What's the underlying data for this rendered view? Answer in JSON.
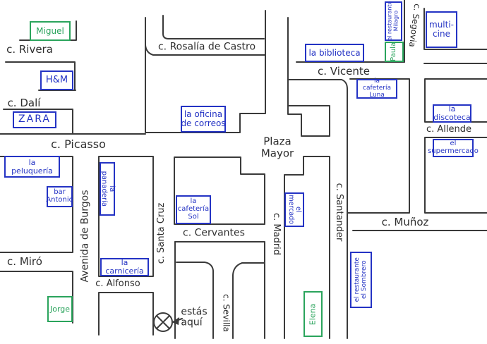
{
  "map": {
    "colors": {
      "ink": "#3a3a3a",
      "place_blue": "#2433c4",
      "person_green": "#2aa45c",
      "paper": "#ffffff"
    },
    "plaza": {
      "label": "Plaza\nMayor"
    },
    "you_are_here": {
      "label": "estás\naquí"
    },
    "streets": {
      "rivera": {
        "label": "c. Rivera"
      },
      "dali": {
        "label": "c. Dalí"
      },
      "picasso": {
        "label": "c. Picasso"
      },
      "miro": {
        "label": "c. Miró"
      },
      "avenida_burgos": {
        "label": "Avenida de Burgos"
      },
      "rosalia": {
        "label": "c. Rosalía de Castro"
      },
      "vicente": {
        "label": "c. Vicente"
      },
      "segovia": {
        "label": "c. Segovia"
      },
      "santa_cruz": {
        "label": "c. Santa Cruz"
      },
      "cervantes": {
        "label": "c. Cervantes"
      },
      "madrid": {
        "label": "c. Madrid"
      },
      "sevilla": {
        "label": "c. Sevilla"
      },
      "santander": {
        "label": "c. Santander"
      },
      "munoz": {
        "label": "c. Muñoz"
      },
      "allende": {
        "label": "c. Allende"
      },
      "alfonso": {
        "label": "c. Alfonso"
      }
    },
    "places": {
      "miguel": {
        "label": "Miguel",
        "box_color": "green"
      },
      "hm": {
        "label": "H&M",
        "box_color": "blue"
      },
      "zara": {
        "label": "ZARA",
        "box_color": "blue"
      },
      "correos": {
        "label": "la oficina\nde correos",
        "box_color": "blue"
      },
      "peluqueria": {
        "label": "la\npeluquería",
        "box_color": "blue"
      },
      "bar_antonio": {
        "label": "bar\nAntonio",
        "box_color": "blue"
      },
      "panaderia": {
        "label": "la\npanadería",
        "box_color": "blue"
      },
      "carniceria": {
        "label": "la\ncarnicería",
        "box_color": "blue"
      },
      "cafeteria_sol": {
        "label": "la\ncafetería\nSol",
        "box_color": "blue"
      },
      "mercado": {
        "label": "el\nmercado",
        "box_color": "blue"
      },
      "biblioteca": {
        "label": "la biblioteca",
        "box_color": "blue"
      },
      "cafeteria_luna": {
        "label": "la\ncafetería\nLuna",
        "box_color": "blue"
      },
      "restaurante_milagro": {
        "label": "el restaurante\nMilagro",
        "box_color": "blue"
      },
      "paula": {
        "label": "Paula",
        "box_color": "green"
      },
      "multicine": {
        "label": "multi-\ncine",
        "box_color": "blue"
      },
      "discoteca": {
        "label": "la\ndiscoteca",
        "box_color": "blue"
      },
      "supermercado": {
        "label": "el\nsupermercado",
        "box_color": "blue"
      },
      "restaurante_sombrero": {
        "label": "el restaurante\nel Sombrero",
        "box_color": "blue"
      },
      "jorge": {
        "label": "Jorge",
        "box_color": "green"
      },
      "elena": {
        "label": "Elena",
        "box_color": "green"
      }
    }
  }
}
